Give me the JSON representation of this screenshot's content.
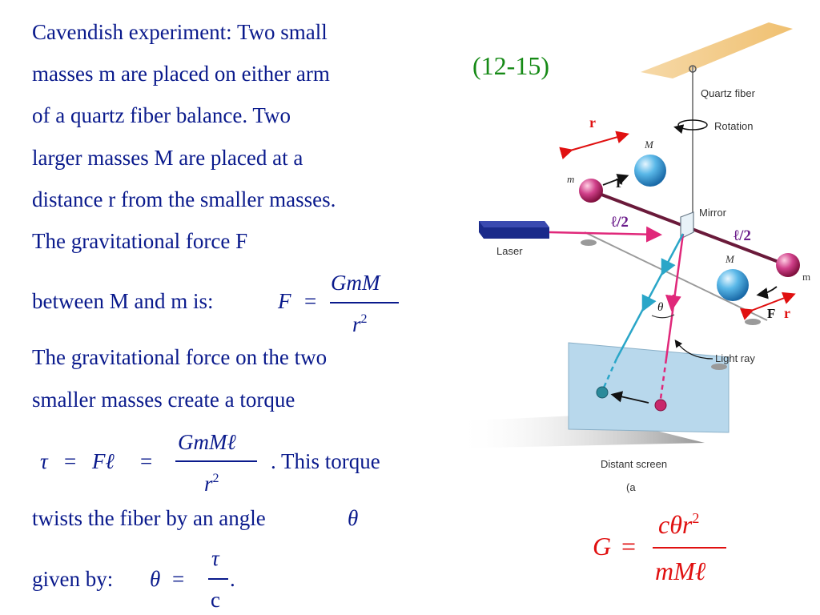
{
  "slide": {
    "lines": [
      "Cavendish experiment:   Two small",
      "masses m are placed on either arm",
      "of a quartz fiber balance.  Two",
      "larger masses M are placed at a",
      "distance r  from the smaller masses.",
      " The gravitational force F",
      "between M and m is:",
      "The gravitational force on the two",
      "smaller masses create a torque",
      ".  This torque",
      " twists the fiber by an angle",
      "given by:"
    ],
    "equation_number": "(12-15)"
  },
  "equations": {
    "force": {
      "lhs": "F",
      "eq": "=",
      "num": "GmM",
      "den": "r",
      "exp": "2"
    },
    "torque": {
      "tau": "τ",
      "eq1": "=",
      "fl": "Fℓ",
      "eq2": "=",
      "num": "GmMℓ",
      "den": "r",
      "exp": "2"
    },
    "theta_inline": "θ",
    "theta": {
      "lhs": "θ",
      "eq": "=",
      "num": "τ",
      "den": "c",
      "dot": "."
    },
    "G": {
      "lhs": "G",
      "eq": "=",
      "num": "cθr",
      "exp": "2",
      "den": "mMℓ"
    }
  },
  "diagram": {
    "labels": {
      "quartz_fiber": "Quartz fiber",
      "rotation": "Rotation",
      "mirror": "Mirror",
      "laser": "Laser",
      "light_ray": "Light ray",
      "distant_screen": "Distant screen",
      "caption": "(a",
      "M_top": "M",
      "m_left": "m",
      "M_bottom": "M",
      "m_right": "m",
      "theta": "θ",
      "r_top": "r",
      "r_bottom": "r",
      "F_top": "F",
      "F_bottom": "F",
      "half_left": "ℓ/2",
      "half_right": "ℓ/2"
    },
    "colors": {
      "text": "#0a1a8c",
      "red": "#e01010",
      "green": "#168a16",
      "laser_ray": "#e0287a",
      "reflected_ray": "#2aa6c8",
      "arm": "#6a1a3a",
      "large_sphere": "#3a9ad8",
      "small_sphere": "#c8286a",
      "screen": "#b8d8ec",
      "laser_body": "#1a2a8a"
    }
  }
}
